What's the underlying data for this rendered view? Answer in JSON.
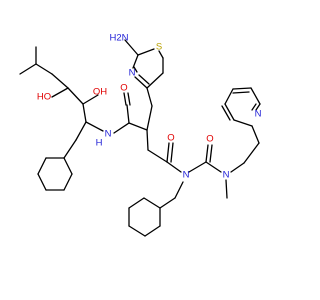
{
  "molecule": {
    "colors": {
      "bond": "#000000",
      "nitrogen": "#1f1fd6",
      "oxygen": "#e00000",
      "sulfur": "#b8a000",
      "hydrogen_on_hetero": "#000000"
    },
    "labels": {
      "amine_h2n": "H2N",
      "amine_n": "N",
      "thiazole_s": "S",
      "thiazole_n": "N",
      "hydroxyl_1": "HO",
      "hydroxyl_2": "OH",
      "amide_nh_h": "H",
      "amide_nh_n": "N",
      "carbonyl_o1": "O",
      "carbonyl_o2": "O",
      "tertiary_n": "N",
      "carbonyl_o3": "O",
      "amide_n2": "N",
      "pyridine_n": "N"
    }
  }
}
